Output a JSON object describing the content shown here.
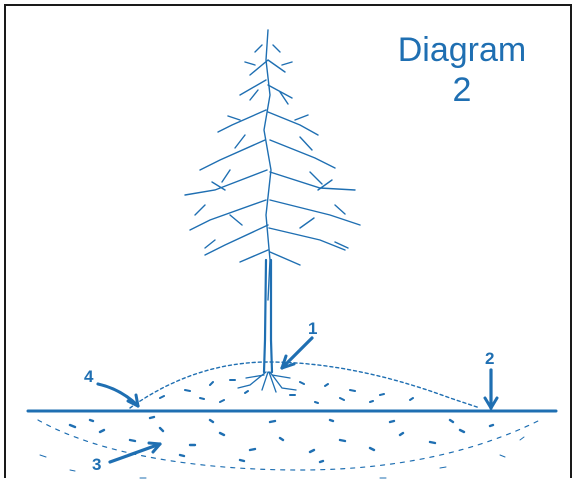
{
  "title": {
    "line1": "Diagram",
    "line2": "2"
  },
  "labels": {
    "one": "1",
    "two": "2",
    "three": "3",
    "four": "4"
  },
  "colors": {
    "ink": "#1f6fb2",
    "frame": "#1a1a1a"
  }
}
